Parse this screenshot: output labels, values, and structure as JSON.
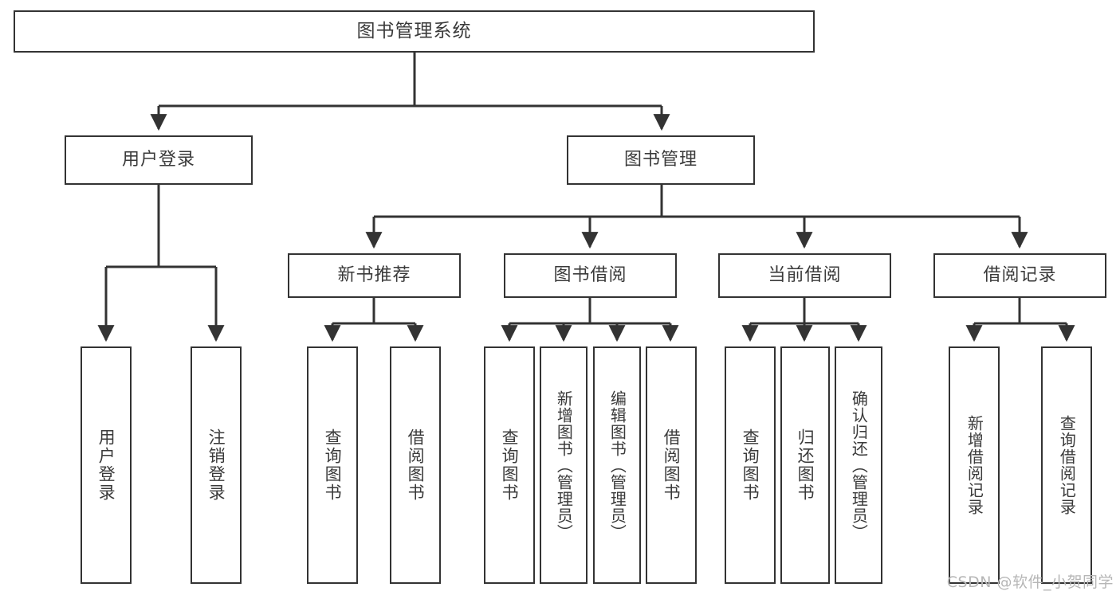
{
  "diagram": {
    "title": "图书管理系统",
    "root": {
      "id": "root",
      "label": "图书管理系统"
    },
    "level1": [
      {
        "id": "user-login",
        "label": "用户登录"
      },
      {
        "id": "book-management",
        "label": "图书管理"
      }
    ],
    "level2": [
      {
        "id": "new-book-recommend",
        "label": "新书推荐",
        "parent": "book-management"
      },
      {
        "id": "book-borrow",
        "label": "图书借阅",
        "parent": "book-management"
      },
      {
        "id": "current-borrow",
        "label": "当前借阅",
        "parent": "book-management"
      },
      {
        "id": "borrow-record",
        "label": "借阅记录",
        "parent": "book-management"
      }
    ],
    "leaves": [
      {
        "id": "leaf-user-login",
        "label": "用户登录",
        "parent": "user-login"
      },
      {
        "id": "leaf-logout",
        "label": "注销登录",
        "parent": "user-login"
      },
      {
        "id": "leaf-query-book-1",
        "label": "查询图书",
        "parent": "new-book-recommend"
      },
      {
        "id": "leaf-borrow-book-1",
        "label": "借阅图书",
        "parent": "new-book-recommend"
      },
      {
        "id": "leaf-query-book-2",
        "label": "查询图书",
        "parent": "book-borrow"
      },
      {
        "id": "leaf-add-book",
        "label": "新增图书（管理员）",
        "parent": "book-borrow"
      },
      {
        "id": "leaf-edit-book",
        "label": "编辑图书（管理员）",
        "parent": "book-borrow"
      },
      {
        "id": "leaf-borrow-book-2",
        "label": "借阅图书",
        "parent": "book-borrow"
      },
      {
        "id": "leaf-query-book-3",
        "label": "查询图书",
        "parent": "current-borrow"
      },
      {
        "id": "leaf-return-book",
        "label": "归还图书",
        "parent": "current-borrow"
      },
      {
        "id": "leaf-confirm-return",
        "label": "确认归还（管理员）",
        "parent": "current-borrow"
      },
      {
        "id": "leaf-add-record",
        "label": "新增借阅记录",
        "parent": "borrow-record"
      },
      {
        "id": "leaf-query-record",
        "label": "查询借阅记录",
        "parent": "borrow-record"
      }
    ],
    "watermark": "CSDN @软件_小贺同学",
    "colors": {
      "stroke": "#333333",
      "text": "#3a3a3a",
      "background": "#ffffff",
      "watermark": "#b6b6b6"
    }
  }
}
